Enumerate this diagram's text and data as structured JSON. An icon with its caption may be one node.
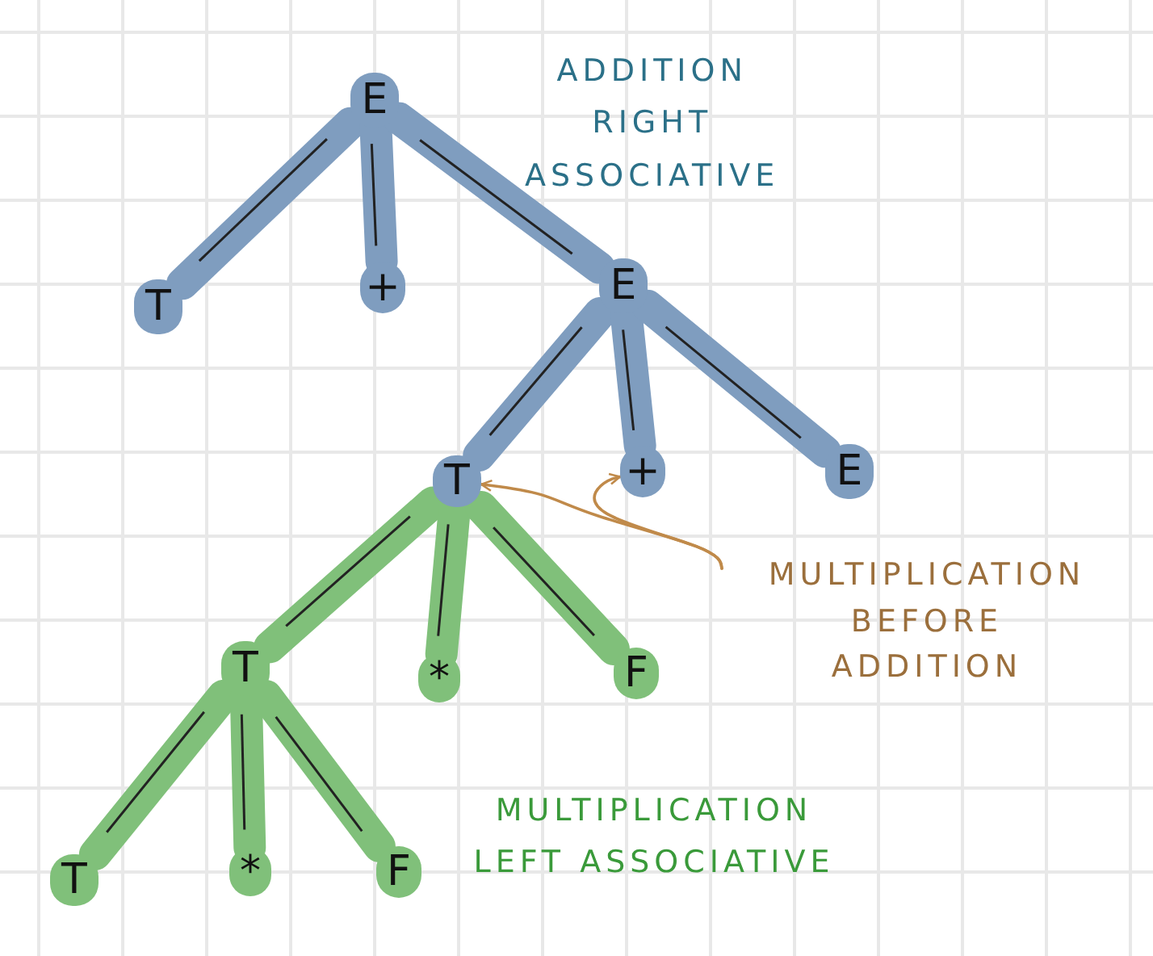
{
  "diagram": {
    "nodes": [
      {
        "text": [
          "E"
        ]
      },
      {
        "text": [
          "T"
        ]
      },
      {
        "text": [
          "+"
        ]
      },
      {
        "text": [
          "E"
        ]
      },
      {
        "text": [
          "T"
        ]
      },
      {
        "text": [
          "+"
        ]
      },
      {
        "text": [
          "E"
        ]
      },
      {
        "text": [
          "T"
        ]
      },
      {
        "text": [
          "*"
        ]
      },
      {
        "text": [
          "F"
        ]
      },
      {
        "text": [
          "T"
        ]
      },
      {
        "text": [
          "*"
        ]
      },
      {
        "text": [
          "F"
        ]
      },
      {
        "text": [
          "MULTIPLICATION BEFORE ADDITION"
        ]
      }
    ],
    "edges": [
      {
        "from": 0,
        "to": 1,
        "arrow": "none",
        "color": "#7f9dbf"
      },
      {
        "from": 0,
        "to": 2,
        "arrow": "none",
        "color": "#7f9dbf"
      },
      {
        "from": 0,
        "to": 3,
        "arrow": "none",
        "color": "#7f9dbf"
      },
      {
        "from": 3,
        "to": 4,
        "arrow": "none",
        "color": "#7f9dbf"
      },
      {
        "from": 3,
        "to": 5,
        "arrow": "none",
        "color": "#7f9dbf"
      },
      {
        "from": 3,
        "to": 6,
        "arrow": "none",
        "color": "#7f9dbf"
      },
      {
        "from": 4,
        "to": 7,
        "arrow": "none",
        "color": "#80c07a"
      },
      {
        "from": 4,
        "to": 8,
        "arrow": "none",
        "color": "#80c07a"
      },
      {
        "from": 4,
        "to": 9,
        "arrow": "none",
        "color": "#80c07a"
      },
      {
        "from": 7,
        "to": 10,
        "arrow": "none",
        "color": "#80c07a"
      },
      {
        "from": 7,
        "to": 11,
        "arrow": "none",
        "color": "#80c07a"
      },
      {
        "from": 7,
        "to": 12,
        "arrow": "none",
        "color": "#80c07a"
      },
      {
        "from": 13,
        "to": 4,
        "arrow": "to",
        "color": "#c08a4a"
      },
      {
        "from": 13,
        "to": 5,
        "arrow": "to",
        "color": "#c08a4a"
      }
    ],
    "labels": [
      "ADDITION RIGHT ASSOCIATIVE",
      "MULTIPLICATION LEFT ASSOCIATIVE"
    ]
  }
}
